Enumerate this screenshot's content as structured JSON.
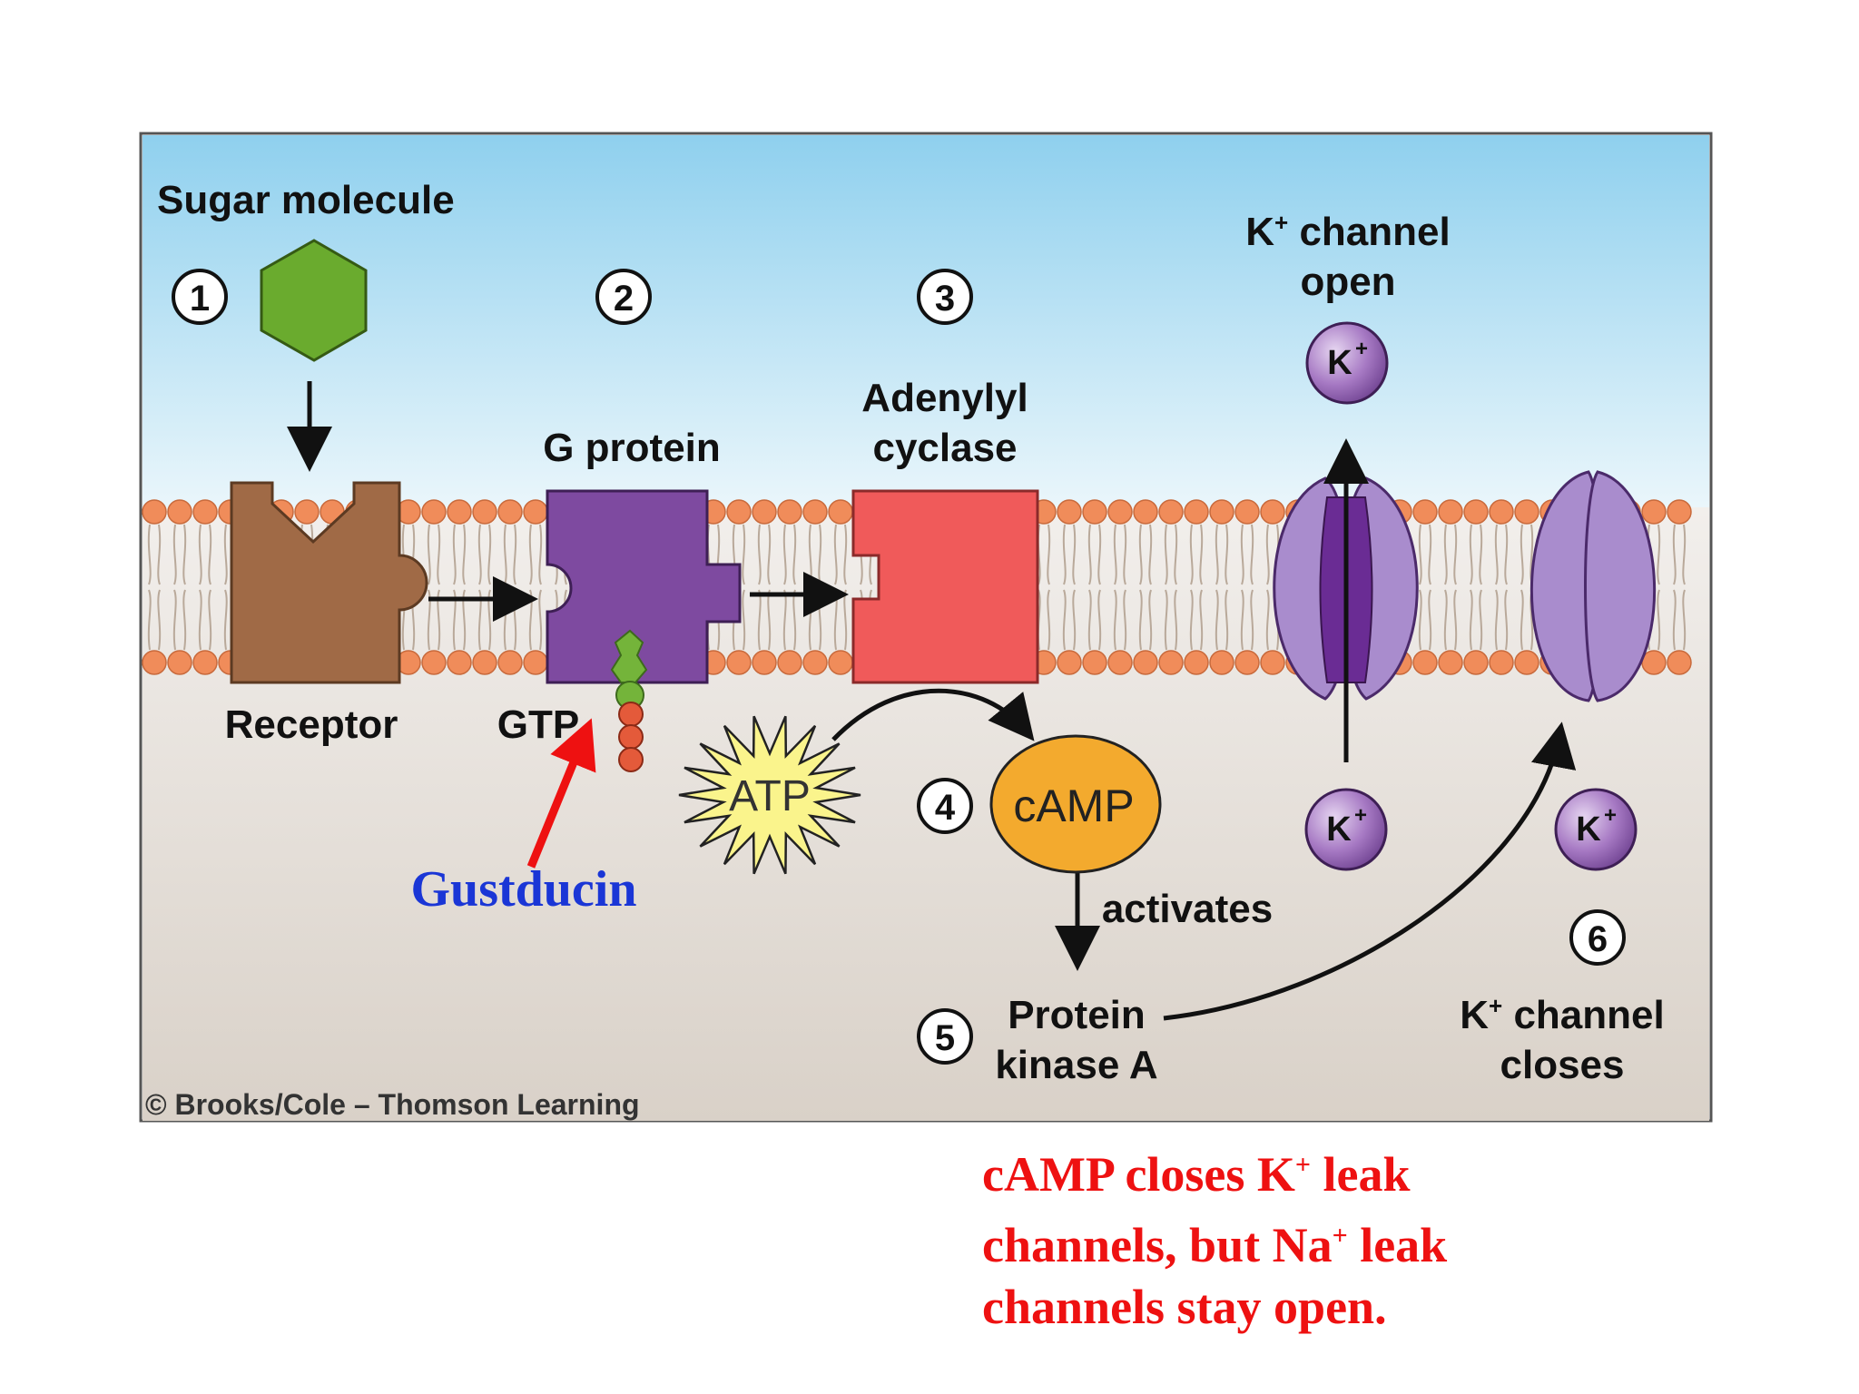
{
  "figure": {
    "sugar_label": "Sugar molecule",
    "receptor_label": "Receptor",
    "gprotein_label": "G protein",
    "gtp_label": "GTP",
    "adenylyl_line1": "Adenylyl",
    "adenylyl_line2": "cyclase",
    "atp_label": "ATP",
    "camp_label": "cAMP",
    "activates_label": "activates",
    "pka_line1": "Protein",
    "pka_line2": "kinase A",
    "k_open_line1_main": "K",
    "k_open_line1_sup": "+",
    "k_open_line1_rest": " channel",
    "k_open_line2": "open",
    "k_closes_line1_main": "K",
    "k_closes_line1_sup": "+",
    "k_closes_line1_rest": " channel",
    "k_closes_line2": "closes",
    "ion_main": "K",
    "ion_sup": "+",
    "gustducin_label": "Gustducin",
    "copyright": "© Brooks/Cole – Thomson Learning",
    "steps": [
      "1",
      "2",
      "3",
      "4",
      "5",
      "6"
    ]
  },
  "note": {
    "line1_a": "cAMP closes K",
    "line1_sup": "+",
    "line1_b": " leak",
    "line2_a": "channels, but Na",
    "line2_sup": "+",
    "line2_b": " leak",
    "line3": "channels stay open."
  },
  "colors": {
    "sky_top": "#8fd0ee",
    "sky_bottom": "#eaf6fb",
    "cytoplasm_top": "#f2efec",
    "cytoplasm_bottom": "#d9d1c8",
    "lipid_head": "#f08c5a",
    "receptor": "#a06a46",
    "g_protein": "#7e4aa0",
    "adenylyl_cyclase": "#f05a5a",
    "channel": "#a98ccd",
    "channel_pore": "#6a2c94",
    "sugar": "#6aab2e",
    "camp": "#f3aa2e",
    "atp_star": "#faf48c",
    "ion": "#a77ac4",
    "note_red": "#ee1111",
    "gustducin_blue": "#1a36d6"
  }
}
